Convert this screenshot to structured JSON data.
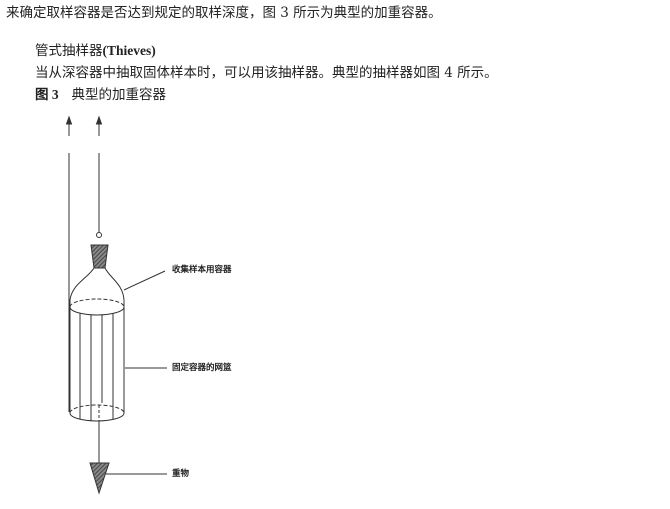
{
  "paragraph1": "来确定取样容器是否达到规定的取样深度，图 3 所示为典型的加重容器。",
  "heading": {
    "cn": "管式抽样器",
    "en": "(Thieves)"
  },
  "paragraph2": "当从深容器中抽取固体样本时，可以用该抽样器。典型的抽样器如图 4 所示。",
  "caption": {
    "label": "图 3",
    "title": "典型的加重容器"
  },
  "diagram": {
    "labels": {
      "container": "收集样本用容器",
      "basket": "固定容器的网篮",
      "weight": "重物"
    }
  }
}
